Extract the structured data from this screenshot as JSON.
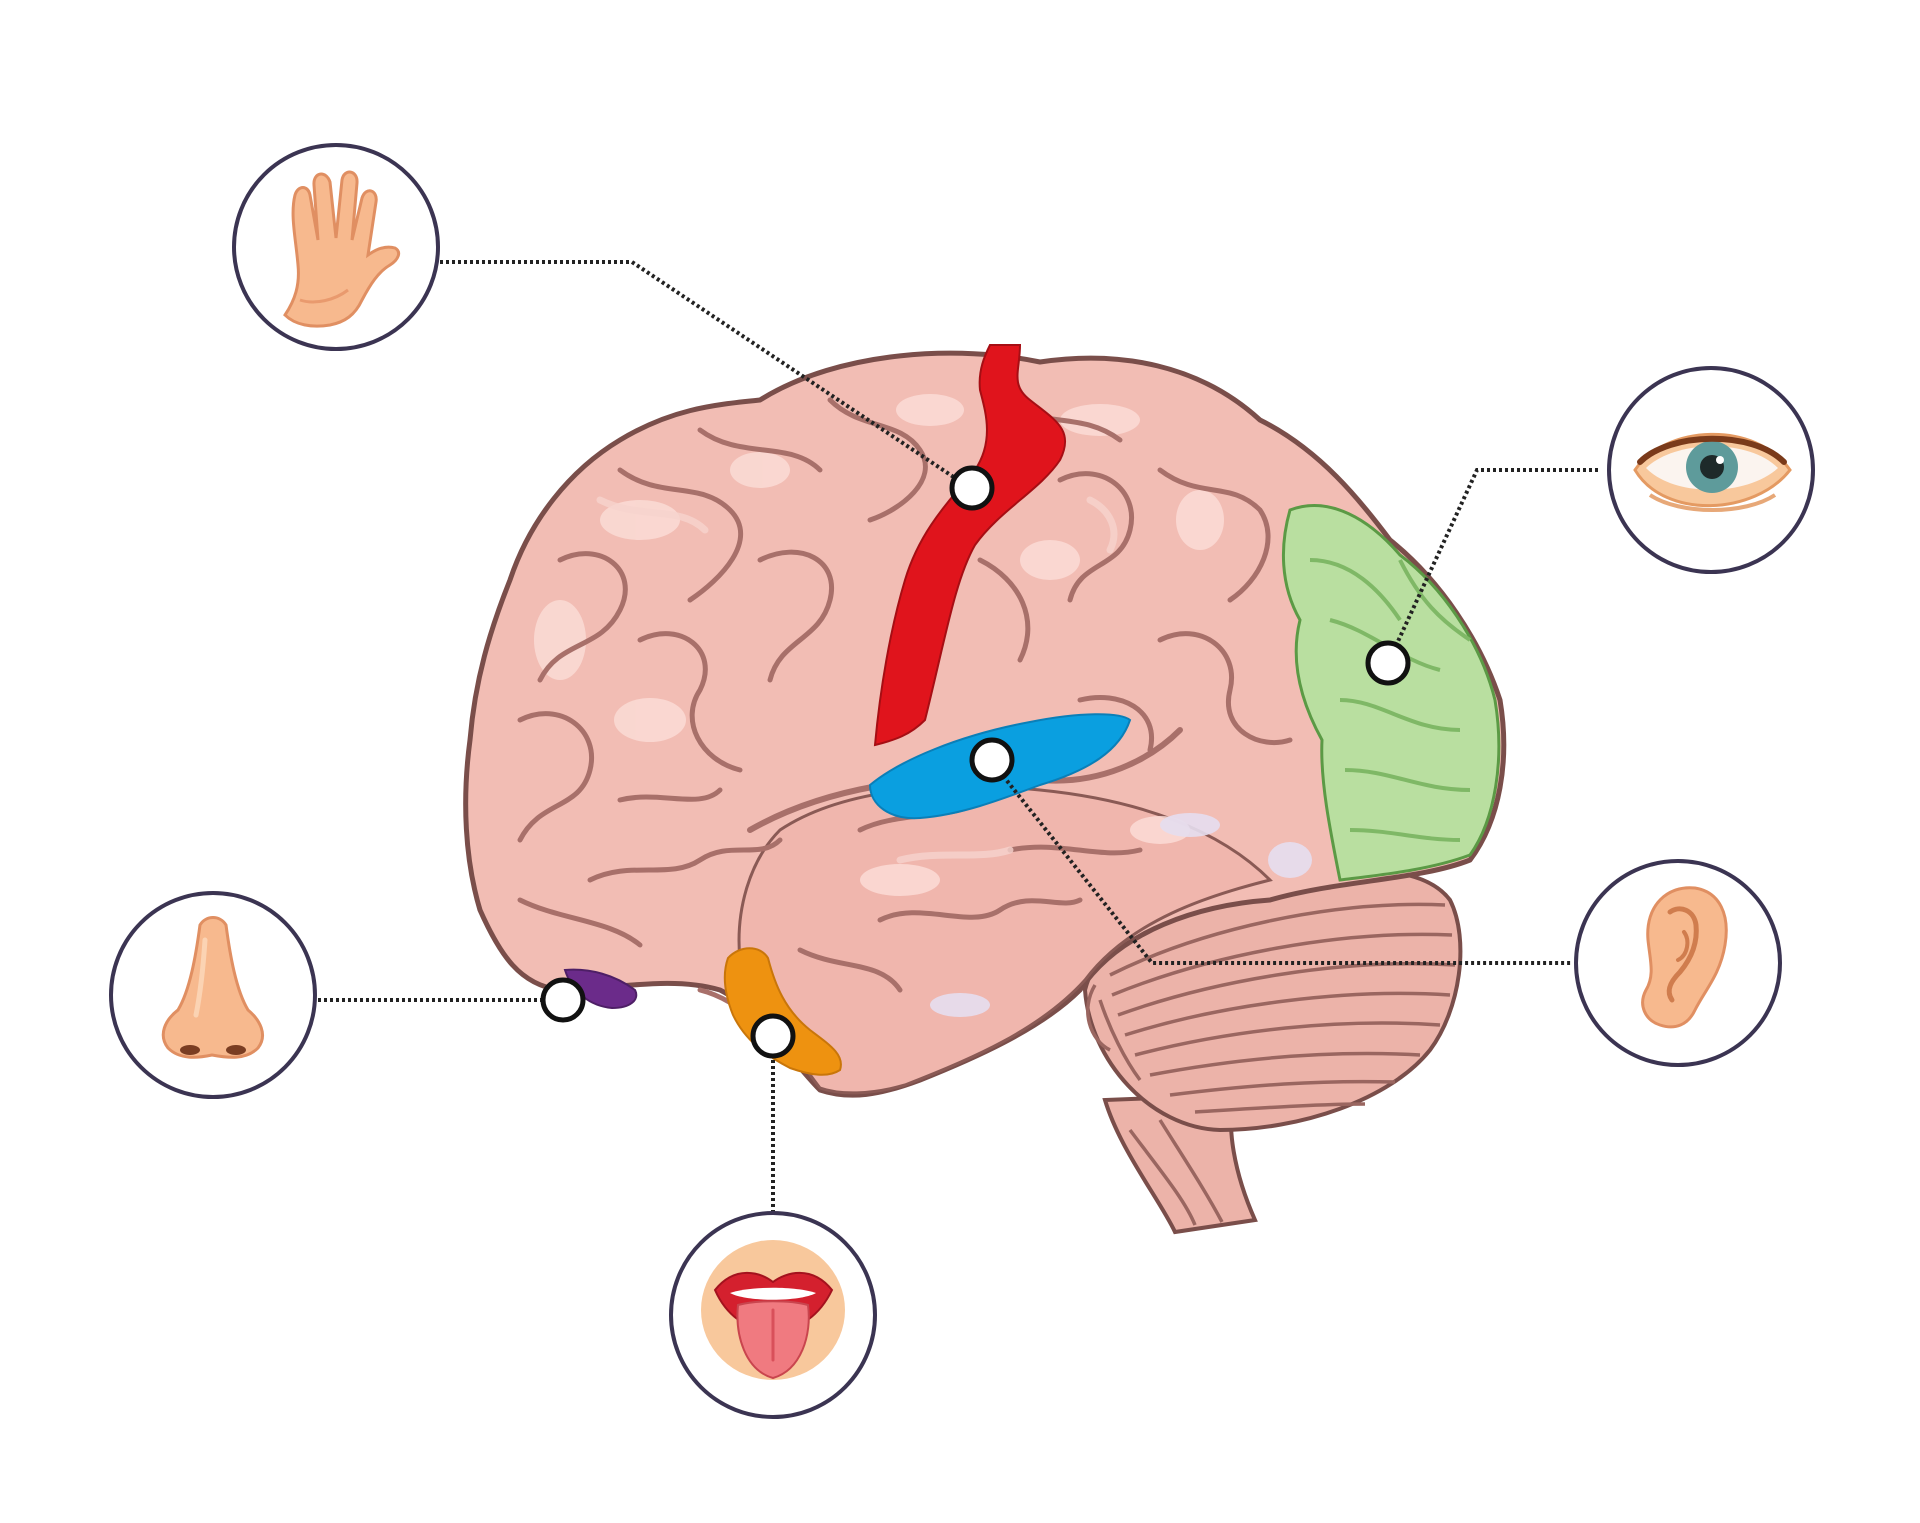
{
  "colors": {
    "cortex": "#f2bdb4",
    "cortex_outline": "#7a4e4a",
    "touch_region": "#e0141c",
    "hearing_region": "#0a9fe0",
    "vision_region": "#b9dfa0",
    "taste_region": "#ee9210",
    "smell_region": "#6b2b8a",
    "cerebellum": "#ecb3a9",
    "bubble_outline": "#3b3452"
  },
  "senses": [
    {
      "name": "touch",
      "icon": "hand-icon",
      "region_color": "#e0141c"
    },
    {
      "name": "vision",
      "icon": "eye-icon",
      "region_color": "#b9dfa0"
    },
    {
      "name": "hearing",
      "icon": "ear-icon",
      "region_color": "#0a9fe0"
    },
    {
      "name": "smell",
      "icon": "nose-icon",
      "region_color": "#6b2b8a"
    },
    {
      "name": "taste",
      "icon": "mouth-icon",
      "region_color": "#ee9210"
    }
  ]
}
